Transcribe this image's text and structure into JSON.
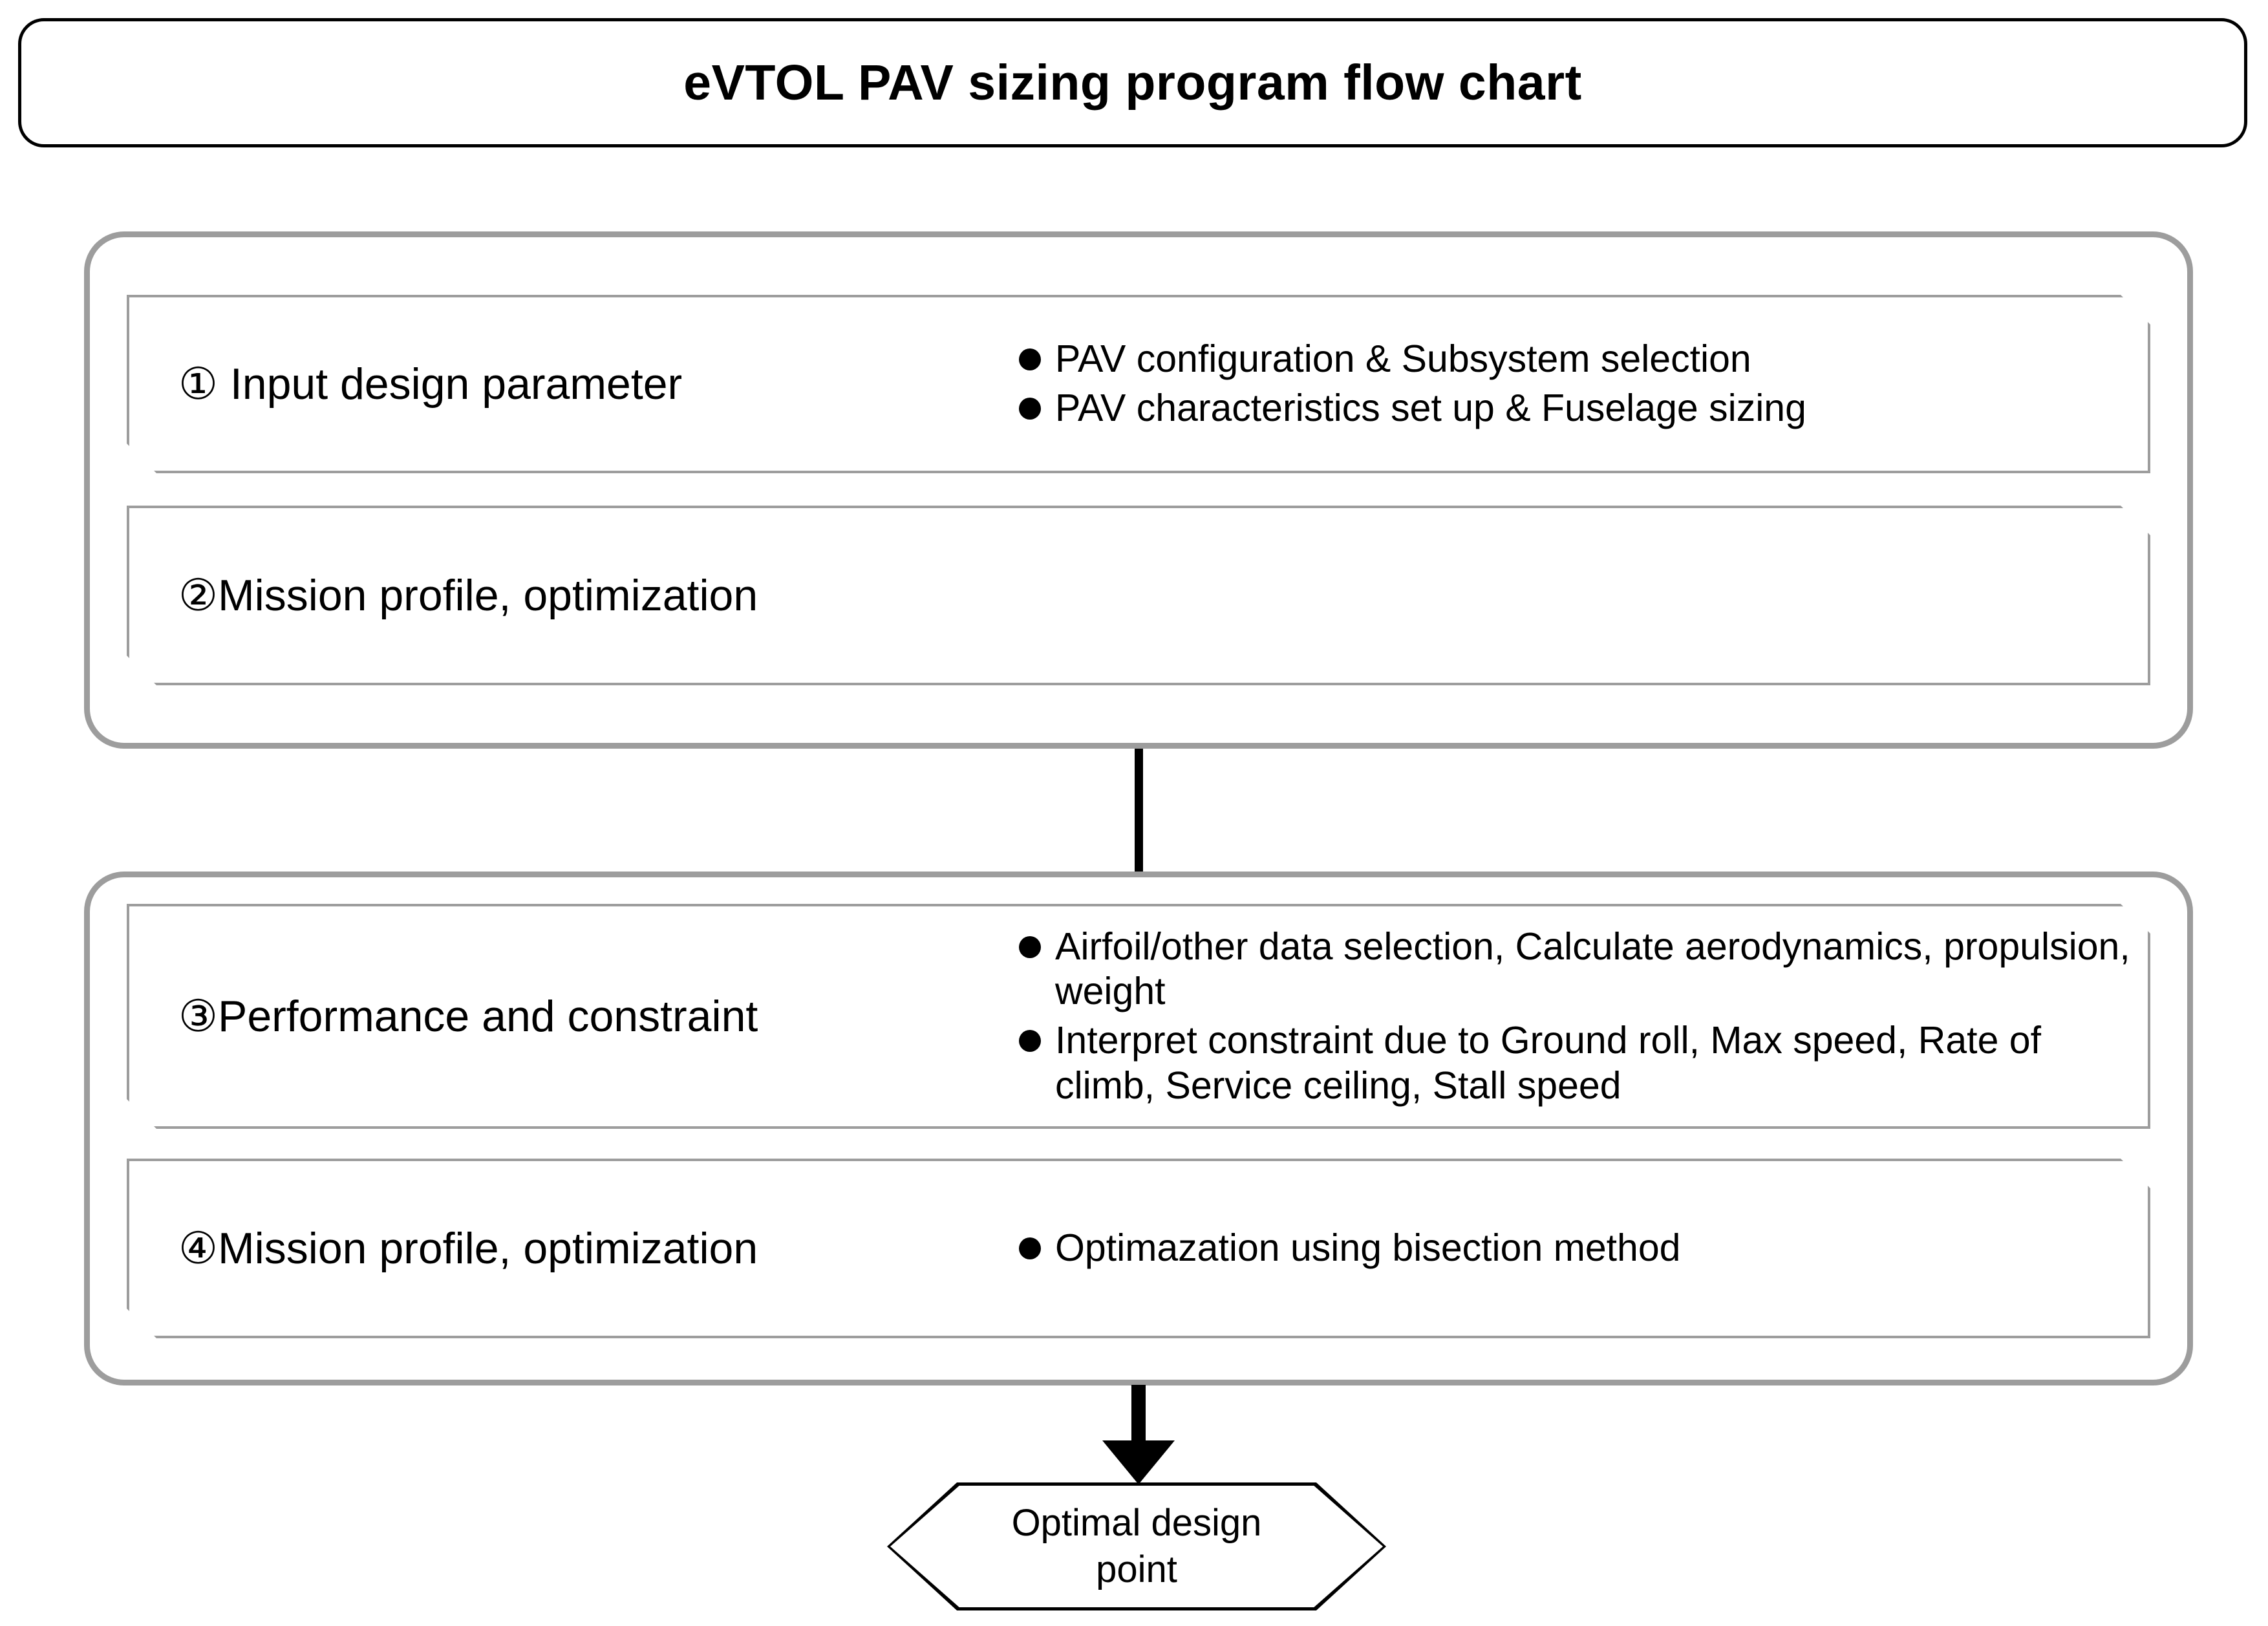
{
  "title": {
    "text": "eVTOL PAV sizing program flow chart"
  },
  "colors": {
    "title_border": "#000000",
    "group_border": "#9d9d9d",
    "box_border": "#9d9d9d",
    "bullet": "#000000",
    "connector": "#000000",
    "background": "#ffffff"
  },
  "groups": [
    {
      "name": "group-1",
      "steps": [
        {
          "label": "① Input design parameter",
          "bullets": [
            "PAV configuration & Subsystem selection",
            "PAV characteristics set up & Fuselage sizing"
          ]
        },
        {
          "label": "②Mission profile, optimization",
          "bullets": []
        }
      ]
    },
    {
      "name": "group-2",
      "steps": [
        {
          "label": "③Performance and constraint",
          "bullets": [
            "Airfoil/other data selection, Calculate aerodynamics, propulsion, weight",
            "Interpret constraint due to Ground roll, Max speed, Rate of climb, Service ceiling, Stall speed"
          ]
        },
        {
          "label": "④Mission profile, optimization",
          "bullets": [
            "Optimazation using bisection method"
          ]
        }
      ]
    }
  ],
  "connectors": {
    "group1_to_group2": "vertical-line",
    "group2_to_terminal": "down-arrow"
  },
  "terminal": {
    "text": "Optimal design\npoint"
  }
}
